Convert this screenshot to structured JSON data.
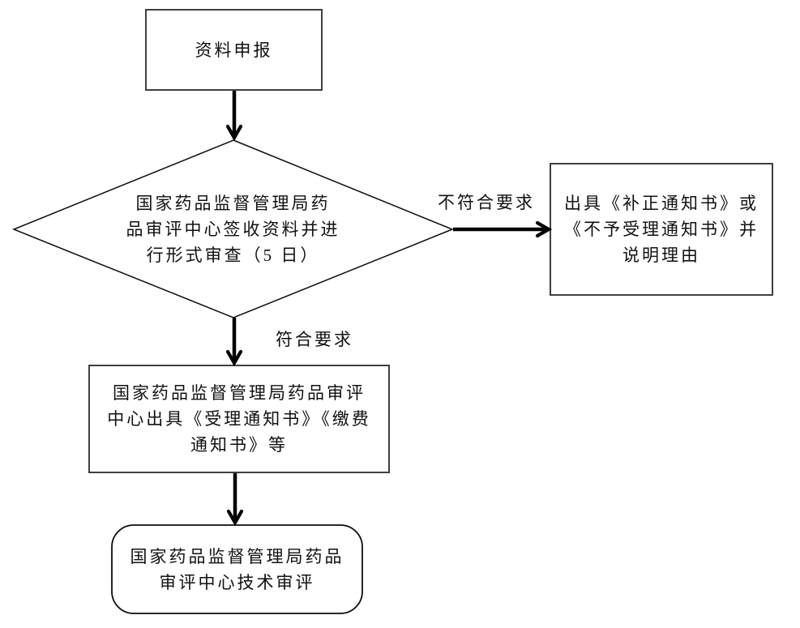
{
  "colors": {
    "background": "#ffffff",
    "rect_border": "#3f3f3f",
    "line_color": "#000000",
    "text_color": "#111111"
  },
  "flowchart": {
    "nodes": {
      "start": {
        "shape": "rectangle",
        "label": "资料申报",
        "lines": [
          "资料申报"
        ]
      },
      "form_review": {
        "shape": "diamond",
        "label": "国家药品监督管理局药品审评中心签收资料并进行形式审查（5 日）",
        "lines": [
          "国家药品监督管理局药",
          "品审评中心签收资料并进",
          "行形式审查（5 日）"
        ]
      },
      "rejection_notice": {
        "shape": "rectangle",
        "label": "出具《补正通知书》或《不予受理通知书》并说明理由",
        "lines": [
          "出具《补正通知书》或",
          "《不予受理通知书》并",
          "说明理由"
        ]
      },
      "acceptance_notice": {
        "shape": "rectangle",
        "label": "国家药品监督管理局药品审评中心出具《受理通知书》《缴费通知书》等",
        "lines": [
          "国家药品监督管理局药品审评",
          "中心出具《受理通知书》《缴费",
          "通知书》等"
        ]
      },
      "technical_review": {
        "shape": "rounded-rectangle",
        "label": "国家药品监督管理局药品审评中心技术审评",
        "lines": [
          "国家药品监督管理局药品",
          "审评中心技术审评"
        ]
      }
    },
    "edges": [
      {
        "from": "start",
        "to": "form_review",
        "label": ""
      },
      {
        "from": "form_review",
        "to": "rejection_notice",
        "label": "不符合要求"
      },
      {
        "from": "form_review",
        "to": "acceptance_notice",
        "label": "符合要求"
      },
      {
        "from": "acceptance_notice",
        "to": "technical_review",
        "label": ""
      }
    ]
  }
}
